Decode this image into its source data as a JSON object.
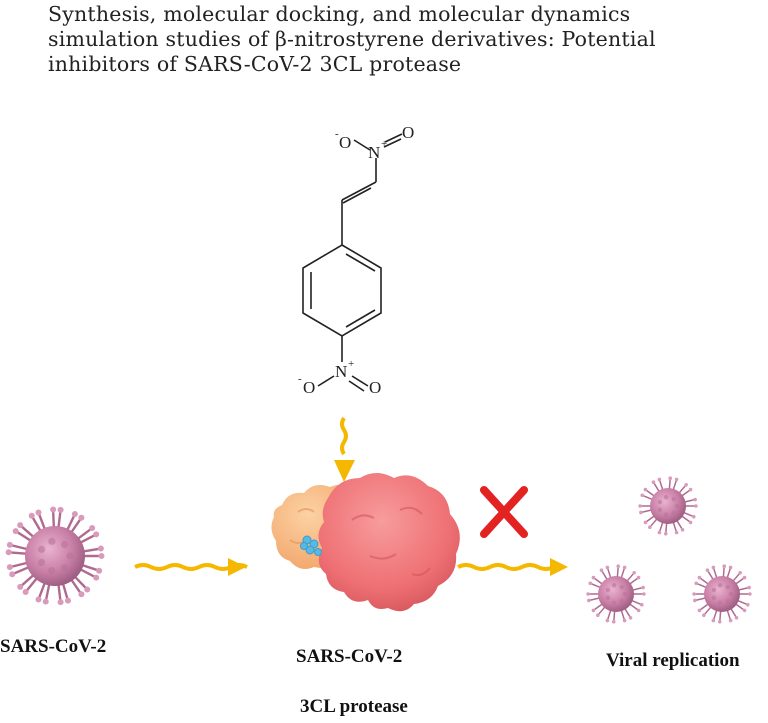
{
  "title": {
    "line1": "Synthesis, molecular docking, and molecular dynamics",
    "line2": "simulation studies of β-nitrostyrene derivatives: Potential",
    "line3": "inhibitors of SARS-CoV-2 3CL protease"
  },
  "molecule": {
    "atom_O": "O",
    "atom_N": "N",
    "charge_minus": "-",
    "charge_plus": "+"
  },
  "labels": {
    "virus": "SARS-CoV-2",
    "protease_line1": "SARS-CoV-2",
    "protease_line2": "3CL protease",
    "replication": "Viral replication"
  },
  "colors": {
    "arrow": "#F5B800",
    "cross": "#E32222",
    "virus": "#C97FA6",
    "protease_main": "#EE6F73",
    "protease_domain": "#F7B27A",
    "ligand": "#58B9E5"
  }
}
